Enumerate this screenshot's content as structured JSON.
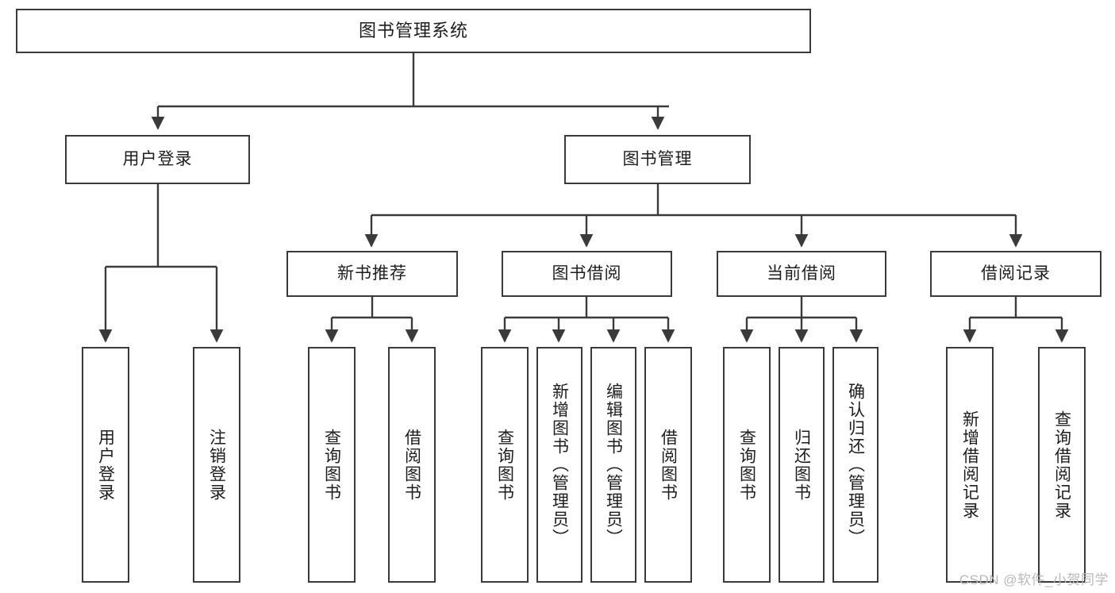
{
  "diagram": {
    "title": "图书管理系统",
    "type": "tree-hierarchy-chart",
    "watermark": "CSDN @软件_小贺同学",
    "style": {
      "box_fill": "#ffffff",
      "box_stroke": "#3a3a3a",
      "edge_color": "#3a3a3a",
      "text_color": "#1d1d1d",
      "background": "#ffffff",
      "watermark_color": "#b9b9b9"
    },
    "nodes": {
      "root": {
        "label": "图书管理系统"
      },
      "level2": [
        {
          "id": "user-login",
          "label": "用户登录"
        },
        {
          "id": "book-manage",
          "label": "图书管理"
        }
      ],
      "level3": [
        {
          "id": "new-book-recommend",
          "label": "新书推荐"
        },
        {
          "id": "book-borrow",
          "label": "图书借阅"
        },
        {
          "id": "current-borrow",
          "label": "当前借阅"
        },
        {
          "id": "borrow-record",
          "label": "借阅记录"
        }
      ],
      "leaves": [
        {
          "id": "leaf-user-login",
          "parent": "user-login",
          "label": "用户登录"
        },
        {
          "id": "leaf-logout-login",
          "parent": "user-login",
          "label": "注销登录"
        },
        {
          "id": "leaf-query-book-1",
          "parent": "new-book-recommend",
          "label": "查询图书"
        },
        {
          "id": "leaf-borrow-book-1",
          "parent": "new-book-recommend",
          "label": "借阅图书"
        },
        {
          "id": "leaf-query-book-2",
          "parent": "book-borrow",
          "label": "查询图书"
        },
        {
          "id": "leaf-add-book",
          "parent": "book-borrow",
          "label": "新增图书（管理员）"
        },
        {
          "id": "leaf-edit-book",
          "parent": "book-borrow",
          "label": "编辑图书（管理员）"
        },
        {
          "id": "leaf-borrow-book-2",
          "parent": "book-borrow",
          "label": "借阅图书"
        },
        {
          "id": "leaf-query-book-3",
          "parent": "current-borrow",
          "label": "查询图书"
        },
        {
          "id": "leaf-return-book",
          "parent": "current-borrow",
          "label": "归还图书"
        },
        {
          "id": "leaf-confirm-return",
          "parent": "current-borrow",
          "label": "确认归还（管理员）"
        },
        {
          "id": "leaf-add-record",
          "parent": "borrow-record",
          "label": "新增借阅记录"
        },
        {
          "id": "leaf-query-record",
          "parent": "borrow-record",
          "label": "查询借阅记录"
        }
      ]
    }
  }
}
